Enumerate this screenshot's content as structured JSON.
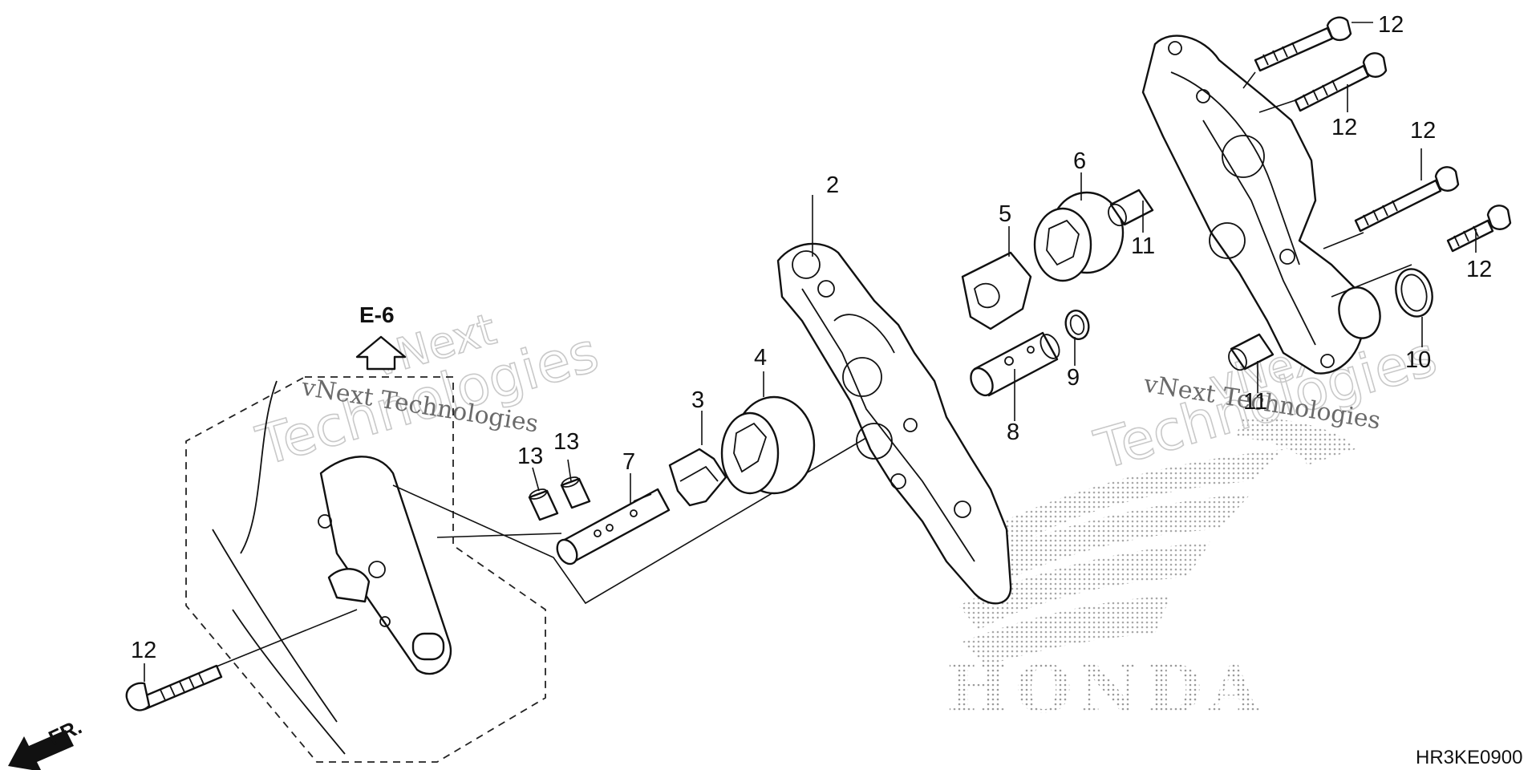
{
  "diagram": {
    "ref": "E-6",
    "front_label": "FR.",
    "code": "HR3KE0900",
    "watermark": {
      "line1": "vNext",
      "line2": "vNext Technologies",
      "line3": "Technologies"
    },
    "brand": "HONDA",
    "callouts": [
      {
        "id": "c-2",
        "text": "2"
      },
      {
        "id": "c-3",
        "text": "3"
      },
      {
        "id": "c-4",
        "text": "4"
      },
      {
        "id": "c-5",
        "text": "5"
      },
      {
        "id": "c-6",
        "text": "6"
      },
      {
        "id": "c-7",
        "text": "7"
      },
      {
        "id": "c-8",
        "text": "8"
      },
      {
        "id": "c-9",
        "text": "9"
      },
      {
        "id": "c-10",
        "text": "10"
      },
      {
        "id": "c-11a",
        "text": "11"
      },
      {
        "id": "c-11b",
        "text": "11"
      },
      {
        "id": "c-12a",
        "text": "12"
      },
      {
        "id": "c-12b",
        "text": "12"
      },
      {
        "id": "c-12c",
        "text": "12"
      },
      {
        "id": "c-12d",
        "text": "12"
      },
      {
        "id": "c-12e",
        "text": "12"
      },
      {
        "id": "c-13a",
        "text": "13"
      },
      {
        "id": "c-13b",
        "text": "13"
      }
    ]
  }
}
